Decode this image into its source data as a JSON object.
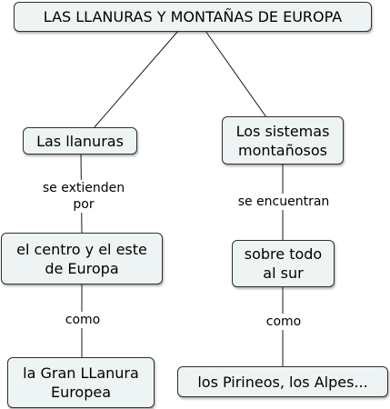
{
  "map": {
    "root": "LAS LLANURAS Y MONTAÑAS DE EUROPA",
    "left_branch": {
      "concept": "Las llanuras",
      "link_1": "se extienden\npor",
      "location": "el centro y el este\nde Europa",
      "link_2": "como",
      "example": "la Gran LLanura\nEuropea"
    },
    "right_branch": {
      "concept": "Los sistemas\nmontañosos",
      "link_1": "se encuentran",
      "location": "sobre todo\nal sur",
      "link_2": "como",
      "example": "los Pirineos, los Alpes..."
    }
  }
}
